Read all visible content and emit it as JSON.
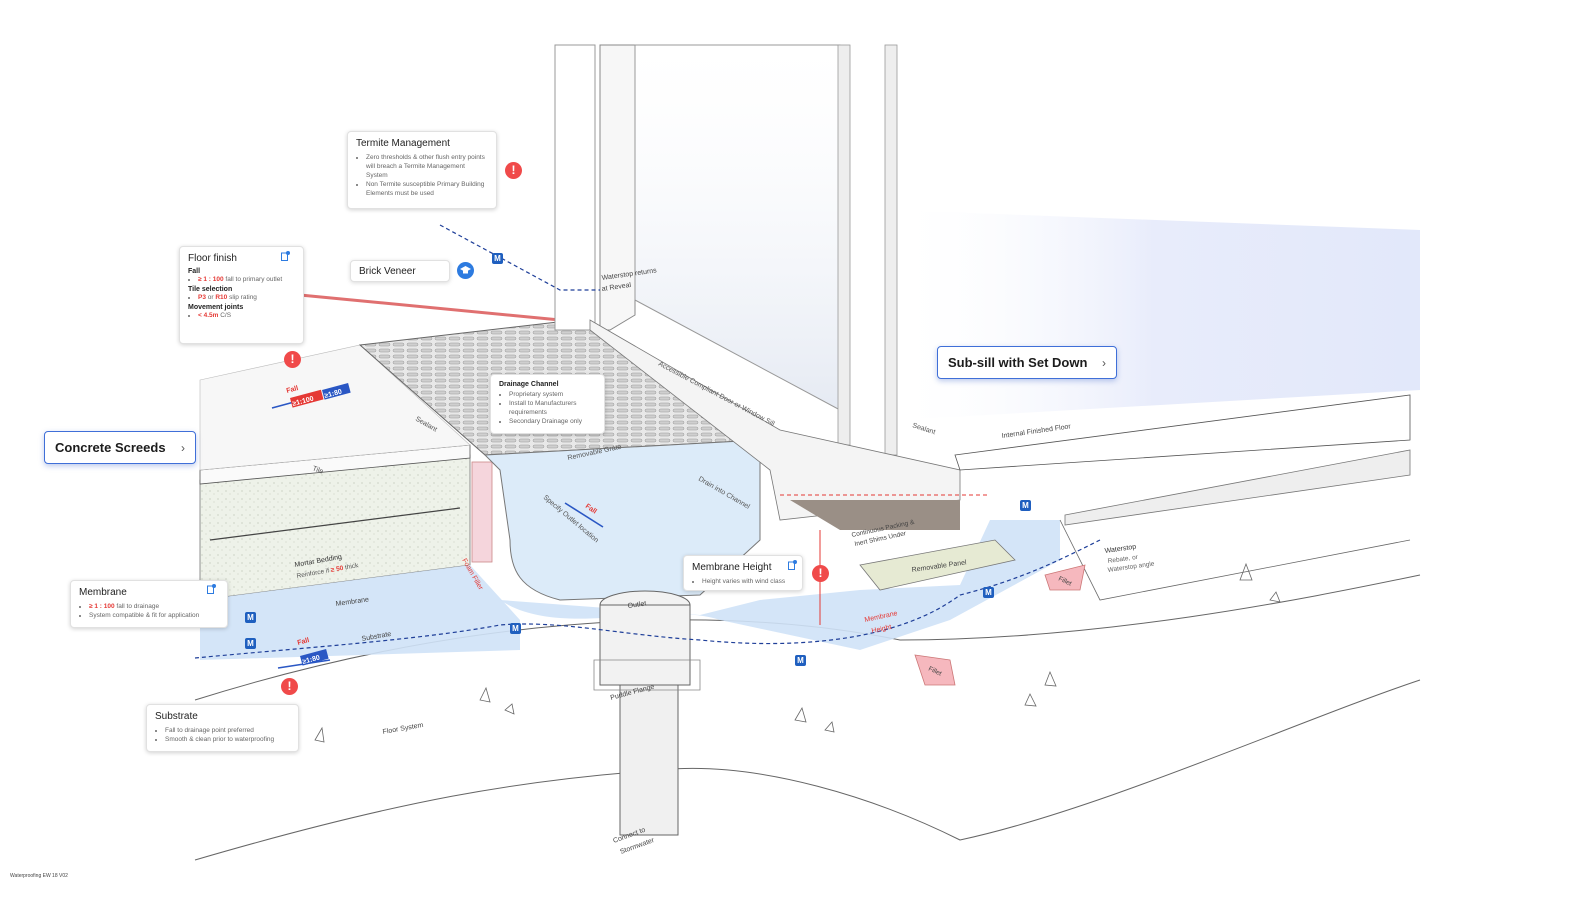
{
  "cards": {
    "termite": {
      "title": "Termite Management",
      "items": [
        "Zero thresholds & other flush entry points will breach a Termite Management System",
        "Non Termite susceptible Primary Building Elements must be used"
      ]
    },
    "floor_finish": {
      "title": "Floor finish",
      "fall_heading": "Fall",
      "fall_value": "≥ 1 : 100",
      "fall_text": " fall to primary outlet",
      "tile_heading": "Tile selection",
      "tile_value": "P3",
      "tile_mid": " or ",
      "tile_value2": "R10",
      "tile_text": " slip rating",
      "movement_heading": "Movement joints",
      "movement_value": "< 4.5m",
      "movement_text": " C/S"
    },
    "drainage": {
      "title": "Drainage Channel",
      "items": [
        "Proprietary system",
        "Install to Manufacturers requirements",
        "Secondary Drainage only"
      ]
    },
    "membrane": {
      "title": "Membrane",
      "value": "≥ 1 : 100",
      "value_text": " fall to drainage",
      "item2": "System compatible & fit for application"
    },
    "substrate": {
      "title": "Substrate",
      "items": [
        "Fall to drainage point preferred",
        "Smooth & clean prior to waterproofing"
      ]
    },
    "membrane_height": {
      "title": "Membrane Height",
      "item": "Height varies with wind class"
    }
  },
  "buttons": {
    "concrete": "Concrete Screeds",
    "subsill": "Sub-sill with Set Down",
    "chevron": "›"
  },
  "brick_veneer": "Brick Veneer",
  "labels": {
    "waterstop_returns": [
      "Waterstop returns",
      "at Reveal"
    ],
    "accessible": "Accessible Compliant Door or Window Sill",
    "sealant_left": "Sealant",
    "sealant_right": "Sealant",
    "tile": "Tile",
    "fall_top": "Fall",
    "fall_top_red": "≥1:100",
    "fall_top_blue": "≥1:80",
    "removable_grate": "Removable Grate",
    "drain_into": "Drain into Channel",
    "specify_outlet": "Specify Outlet location",
    "fall_mid": "Fall",
    "mortar": "Mortar Bedding",
    "mortar_item_a": "Reinforce if ",
    "mortar_item_red": "≥ 50",
    "mortar_item_b": " thick",
    "foam_filler": "Foam Filler",
    "membrane": "Membrane",
    "substrate": "Substrate",
    "fall_low": "Fall",
    "fall_low_blue": "≥1:80",
    "outlet": "Outlet",
    "puddle": "Puddle Flange",
    "connect": [
      "Connect to",
      "Stormwater"
    ],
    "floor_system": "Floor System",
    "internal_floor": "Internal Finished Floor",
    "packing": [
      "Continuous Packing &",
      "Inert Shims Under"
    ],
    "removable_panel": "Removable Panel",
    "membrane_height_red": [
      "Membrane",
      "Height"
    ],
    "fillet1": "Fillet",
    "fillet2": "Fillet",
    "waterstop": "Waterstop",
    "waterstop_items": [
      "Rebate, or",
      "Waterstop angle"
    ]
  },
  "footer": "Waterproofing EW 18 V02",
  "colors": {
    "membrane_blue": "#cfe2f7",
    "accent_blue": "#3f6fd8",
    "alert_red": "#f04a4a",
    "badge_blue": "#1f5fbf"
  },
  "icons": [
    "alert-icon",
    "m-badge-icon",
    "info-icon",
    "graduation-cap-icon",
    "chevron-right-icon"
  ]
}
